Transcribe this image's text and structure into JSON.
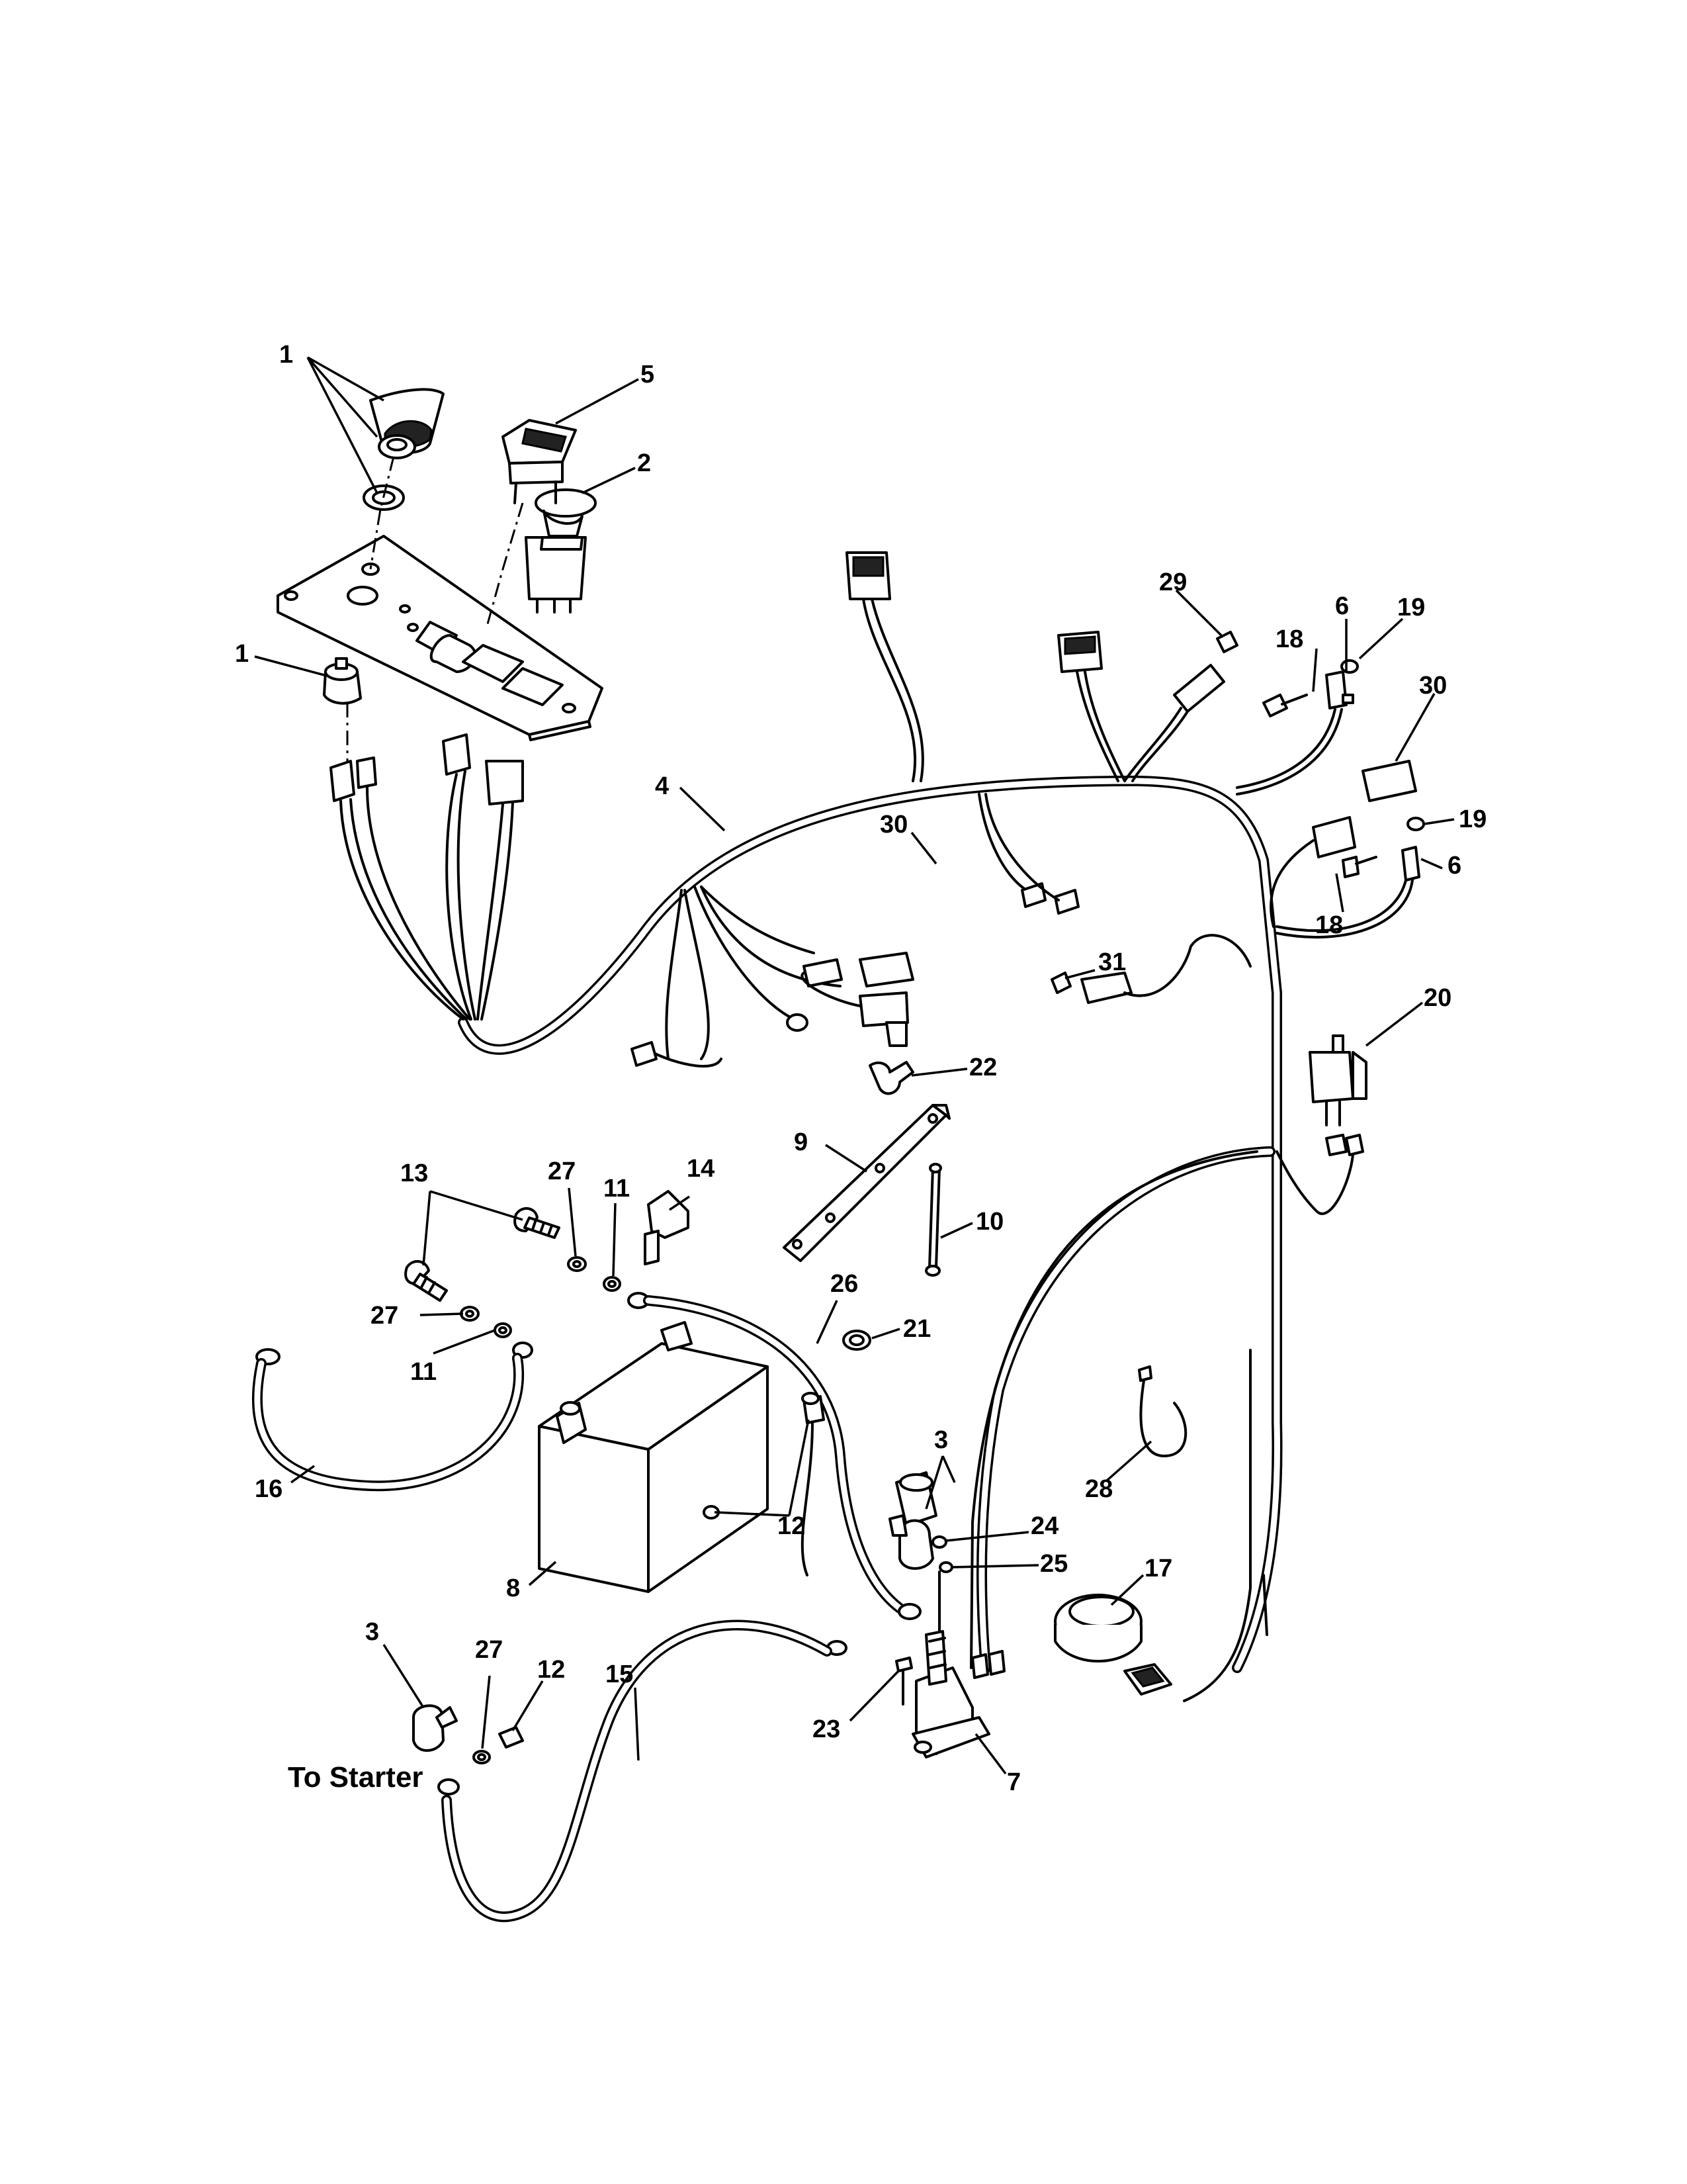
{
  "diagram": {
    "callouts": [
      "1",
      "5",
      "2",
      "1",
      "4",
      "30",
      "29",
      "18",
      "6",
      "19",
      "30",
      "19",
      "6",
      "18",
      "31",
      "22",
      "20",
      "9",
      "13",
      "27",
      "11",
      "14",
      "10",
      "26",
      "21",
      "27",
      "11",
      "16",
      "3",
      "24",
      "25",
      "17",
      "28",
      "8",
      "12",
      "3",
      "27",
      "12",
      "15",
      "23",
      "7"
    ],
    "caption": "To Starter"
  }
}
